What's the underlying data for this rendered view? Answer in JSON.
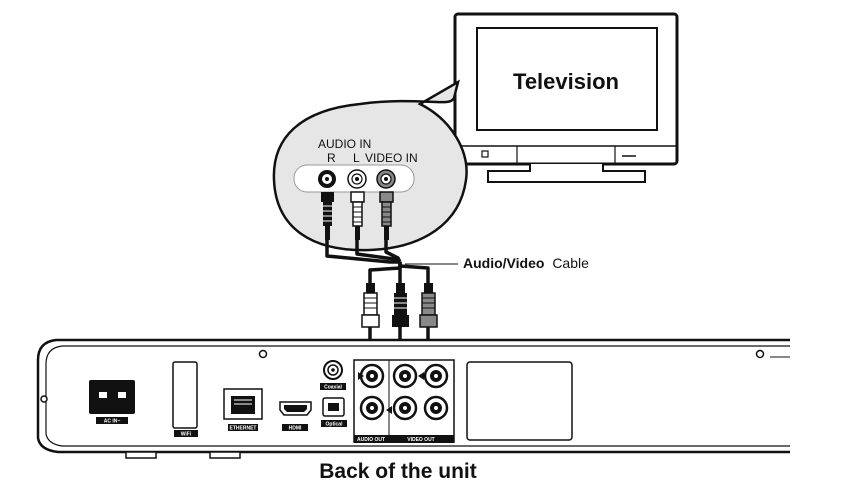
{
  "tv": {
    "label": "Television"
  },
  "bubble": {
    "audio_in": "AUDIO IN",
    "r": "R",
    "l": "L",
    "video_in": "VIDEO IN"
  },
  "cable": {
    "label_bold": "Audio/Video",
    "label_rest": "Cable"
  },
  "unit": {
    "caption": "Back of the unit",
    "ports": {
      "ac_in": "AC IN~",
      "wifi": "WiFi",
      "ethernet": "ETHERNET",
      "hdmi": "HDMI",
      "optical": "Optical",
      "coaxial": "Coaxial",
      "audio_out": "AUDIO OUT",
      "video_out": "VIDEO OUT"
    }
  }
}
